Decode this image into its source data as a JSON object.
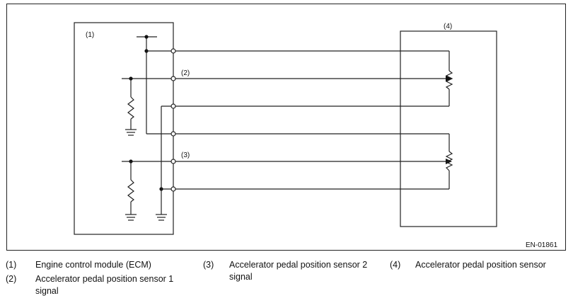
{
  "diagram": {
    "labels": {
      "ecm": "(1)",
      "sensor_box": "(4)",
      "signal_1": "(2)",
      "signal_2": "(3)"
    },
    "figure_code": "EN-01861"
  },
  "legend": [
    {
      "num": "(1)",
      "text": "Engine control module (ECM)"
    },
    {
      "num": "(2)",
      "text": "Accelerator pedal position sensor 1 signal"
    },
    {
      "num": "(3)",
      "text": "Accelerator pedal position sensor 2 signal"
    },
    {
      "num": "(4)",
      "text": "Accelerator pedal position sensor"
    }
  ]
}
